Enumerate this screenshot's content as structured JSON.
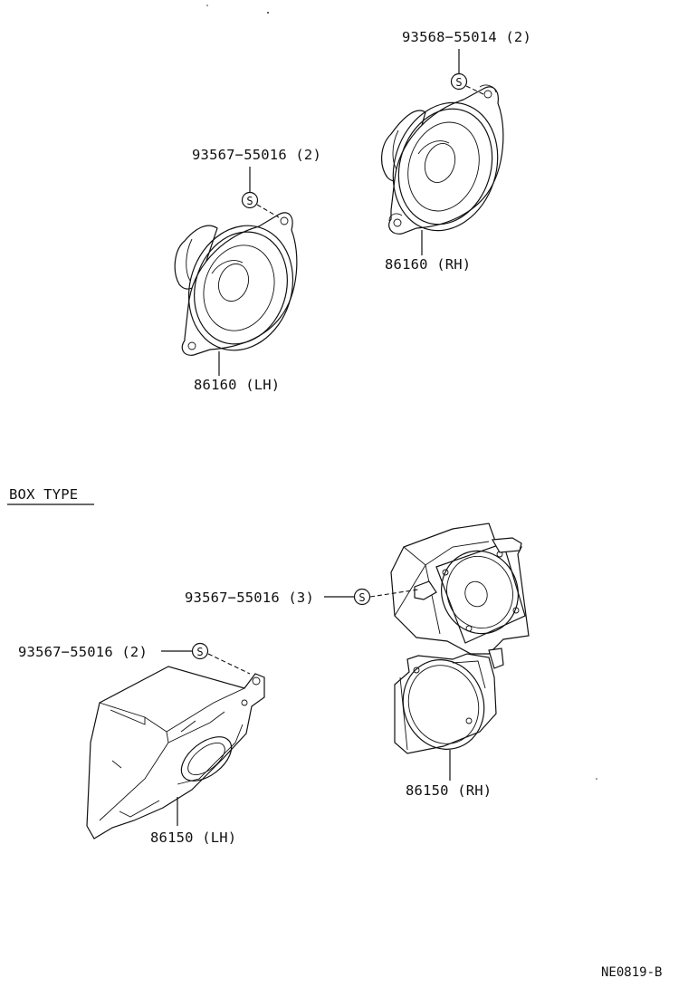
{
  "section": {
    "box_type": "BOX TYPE"
  },
  "parts": {
    "screw_rh_top": "93568−55014 (2)",
    "screw_lh_top": "93567−55016 (2)",
    "speaker_rh_top": "86160 (RH)",
    "speaker_lh_top": "86160 (LH)",
    "screw_box_rh": "93567−55016 (3)",
    "screw_box_lh": "93567−55016 (2)",
    "speaker_box_rh": "86150 (RH)",
    "speaker_box_lh": "86150 (LH)"
  },
  "symbols": {
    "screw_symbol": "S"
  },
  "footer": {
    "drawing_code": "NE0819-B"
  }
}
